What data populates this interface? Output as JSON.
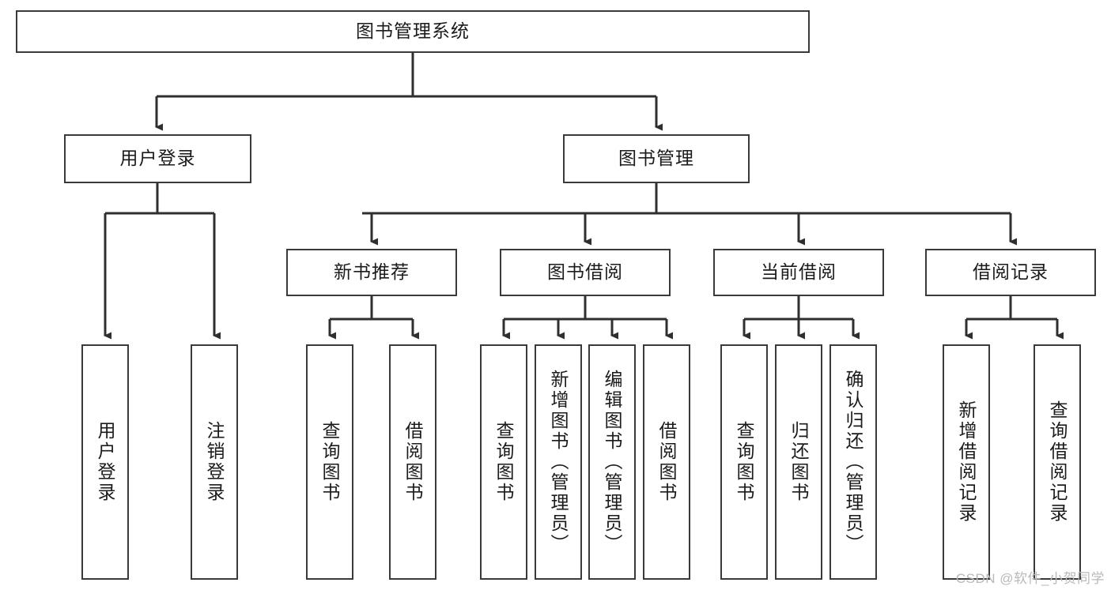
{
  "diagram": {
    "title": "图书管理系统",
    "type": "hierarchy-tree",
    "watermark": "CSDN @软件_小贺同学",
    "colors": {
      "box_border": "#3a3a3a",
      "box_fill": "#ffffff",
      "connector": "#2f2f2f",
      "text": "#1b1b1b",
      "watermark": "#b9b9b9",
      "background": "#ffffff"
    },
    "root": {
      "label": "图书管理系统"
    },
    "level1": [
      {
        "label": "用户登录"
      },
      {
        "label": "图书管理"
      }
    ],
    "level2": [
      {
        "label": "新书推荐"
      },
      {
        "label": "图书借阅"
      },
      {
        "label": "当前借阅"
      },
      {
        "label": "借阅记录"
      }
    ],
    "leaves": {
      "user_login": [
        {
          "label": "用户登录"
        },
        {
          "label": "注销登录"
        }
      ],
      "new_book": [
        {
          "label": "查询图书"
        },
        {
          "label": "借阅图书"
        }
      ],
      "book_borrow": [
        {
          "label": "查询图书"
        },
        {
          "label": "新增图书（管理员）"
        },
        {
          "label": "编辑图书（管理员）"
        },
        {
          "label": "借阅图书"
        }
      ],
      "current_borrow": [
        {
          "label": "查询图书"
        },
        {
          "label": "归还图书"
        },
        {
          "label": "确认归还（管理员）"
        }
      ],
      "borrow_record": [
        {
          "label": "新增借阅记录"
        },
        {
          "label": "查询借阅记录"
        }
      ]
    }
  }
}
